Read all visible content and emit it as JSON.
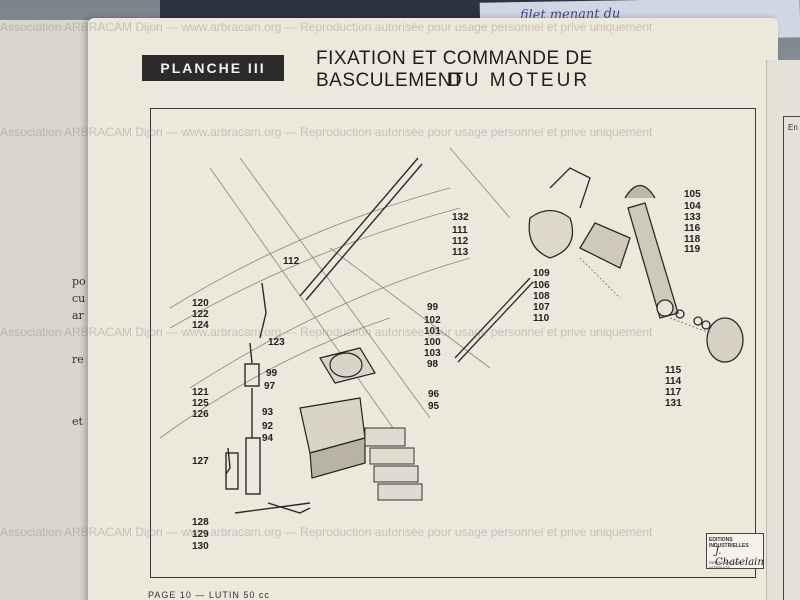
{
  "plate_label": "PLANCHE III",
  "title_line1": "FIXATION ET COMMANDE DE BASCULEMENT",
  "title_line2": "DU MOTEUR",
  "footer": "PAGE 10 — LUTIN 50 cc",
  "left_page_fragments": [
    "po",
    "cu",
    "ar",
    "re",
    "et"
  ],
  "right_page_fragment": "En",
  "handwriting": "filet menant du",
  "stamp": {
    "line1": "EDITIONS INDUSTRIELLES",
    "line2": "J. Chatelain",
    "line3": "REPRODUCTION INTERDITE"
  },
  "watermark_text": "Association ARBRACAM Dijon — www.arbracam.org — Reproduction autorisée pour usage personnel et privé uniquement",
  "part_numbers": {
    "left_column_top": [
      "120",
      "122",
      "124"
    ],
    "left_column_mid": [
      "121",
      "125",
      "126"
    ],
    "left_column_bottom": [
      "127",
      "128",
      "129",
      "130"
    ],
    "center_labels": [
      "112",
      "123",
      "99",
      "97",
      "93",
      "92",
      "94"
    ],
    "center_right": [
      "99",
      "102",
      "101",
      "100",
      "103",
      "98",
      "96",
      "95"
    ],
    "right_left_group": [
      "132",
      "111",
      "112",
      "113"
    ],
    "right_center_group": [
      "109",
      "106",
      "108",
      "107",
      "110"
    ],
    "right_column": [
      "105",
      "104",
      "133",
      "116",
      "118",
      "119"
    ],
    "right_bottom": [
      "115",
      "114",
      "117",
      "131"
    ]
  }
}
